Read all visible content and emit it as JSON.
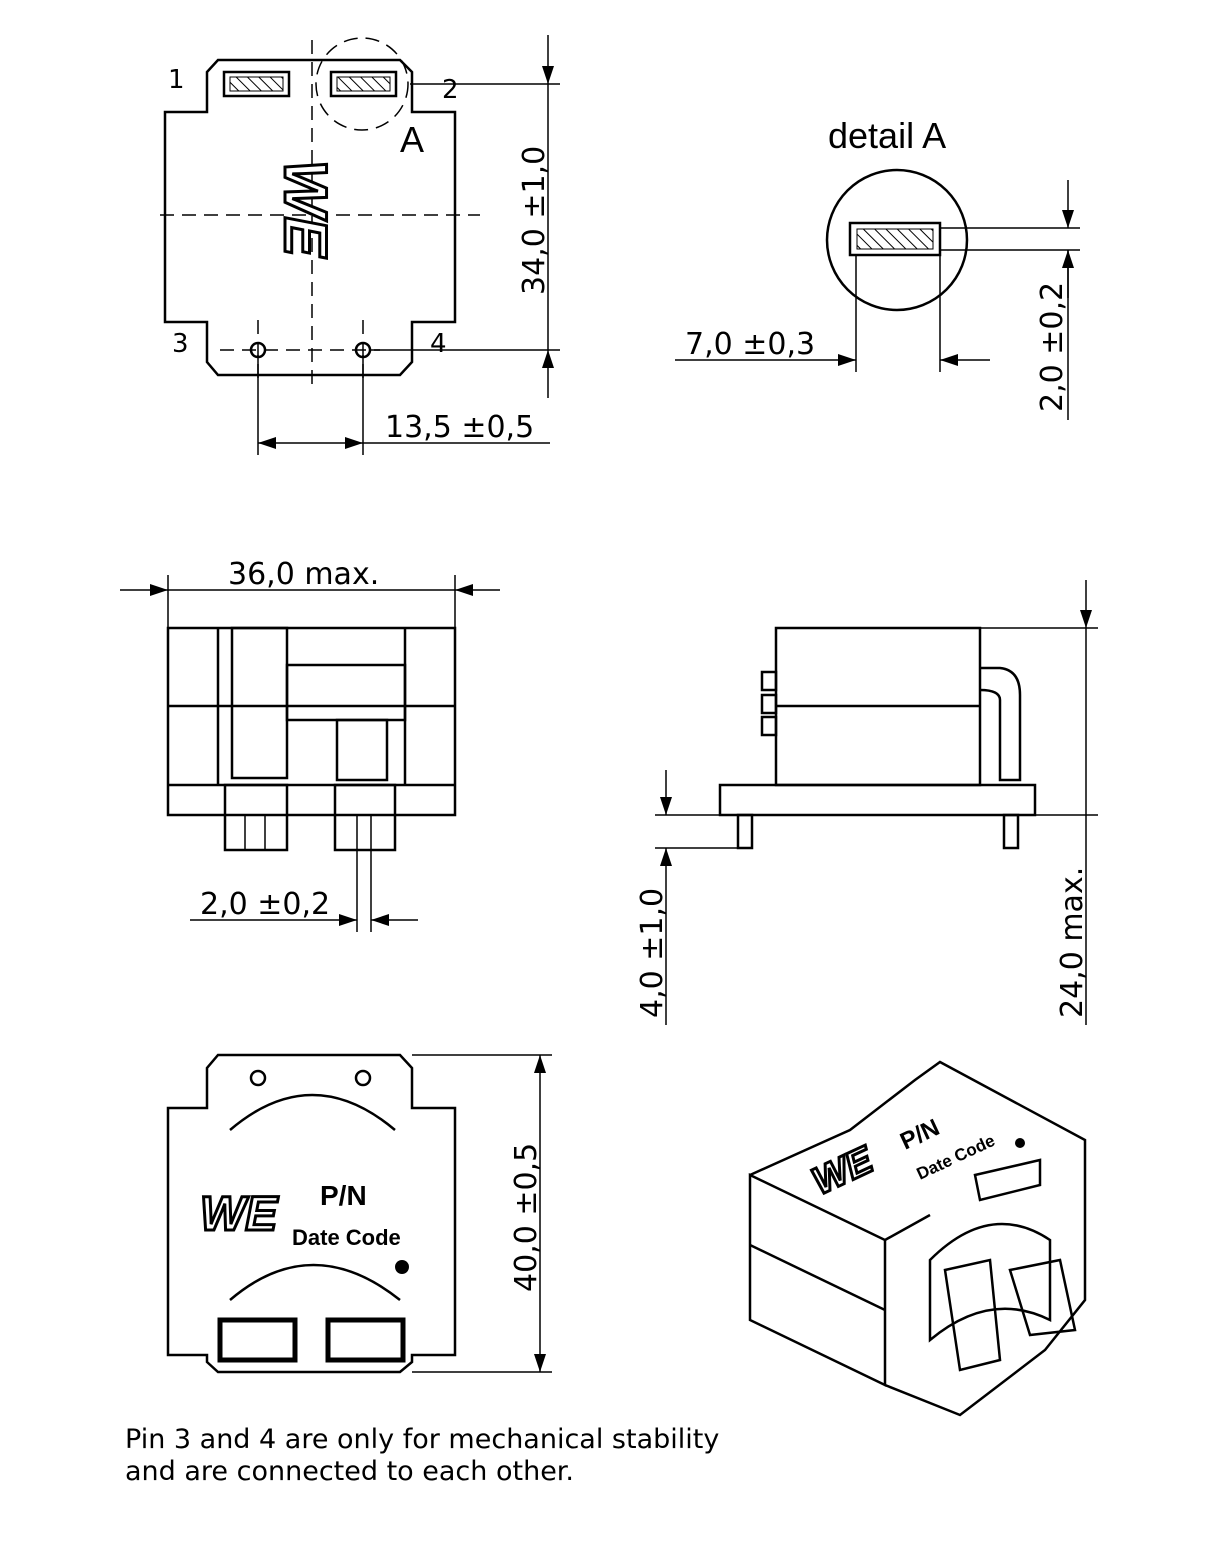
{
  "top_view": {
    "pins": [
      "1",
      "2",
      "3",
      "4"
    ],
    "detail_marker": "A",
    "height_dim": "34,0 ±1,0",
    "pin_spacing_dim": "13,5 ±0,5",
    "logo": "WE"
  },
  "detail_a": {
    "title": "detail A",
    "pad_width_dim": "7,0 ±0,3",
    "pad_height_dim": "2,0 ±0,2"
  },
  "front_view": {
    "width_dim": "36,0 max.",
    "pin_width_dim": "2,0 ±0,2"
  },
  "side_view": {
    "pin_length_dim": "4,0 ±1,0",
    "height_dim": "24,0 max."
  },
  "marking_view": {
    "length_dim": "40,0 ±0,5",
    "logo": "WE",
    "part_number": "P/N",
    "date_code": "Date Code"
  },
  "iso_view": {
    "logo": "WE",
    "part_number": "P/N",
    "date_code": "Date Code"
  },
  "note": {
    "line1": "Pin 3 and 4 are only for mechanical stability",
    "line2": "and are connected to each other."
  }
}
